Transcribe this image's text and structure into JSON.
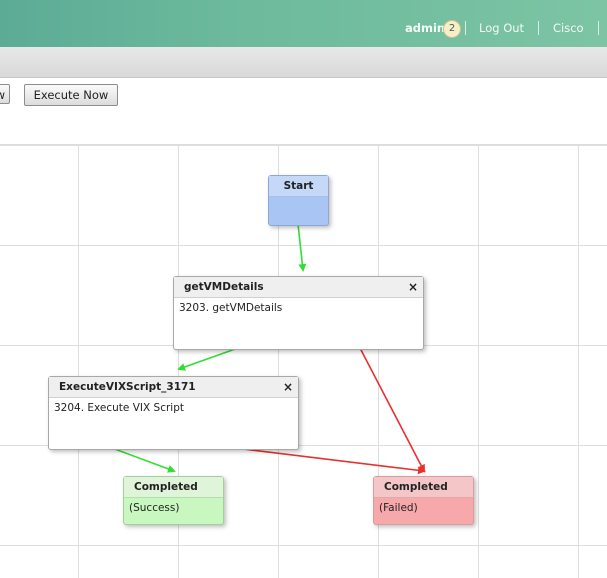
{
  "header": {
    "user": "admin",
    "notification_count": "2",
    "logout_label": "Log Out",
    "org_label": "Cisco"
  },
  "toolbar": {
    "cut_button_label": "w",
    "execute_now_label": "Execute Now"
  },
  "workflow": {
    "nodes": {
      "start": {
        "title": "Start"
      },
      "getvm": {
        "title": "getVMDetails",
        "task": "3203. getVMDetails",
        "close": "×"
      },
      "exec": {
        "title": "ExecuteVIXScript_3171",
        "task": "3204. Execute VIX Script",
        "close": "×"
      },
      "success": {
        "title": "Completed",
        "status": "(Success)"
      },
      "failed": {
        "title": "Completed",
        "status": "(Failed)"
      }
    },
    "colors": {
      "success_edge": "#33dd33",
      "failure_edge": "#e83030",
      "start_fill": "#a9c5f3",
      "success_fill": "#c8f8c0",
      "failed_fill": "#f7a8ab"
    }
  }
}
